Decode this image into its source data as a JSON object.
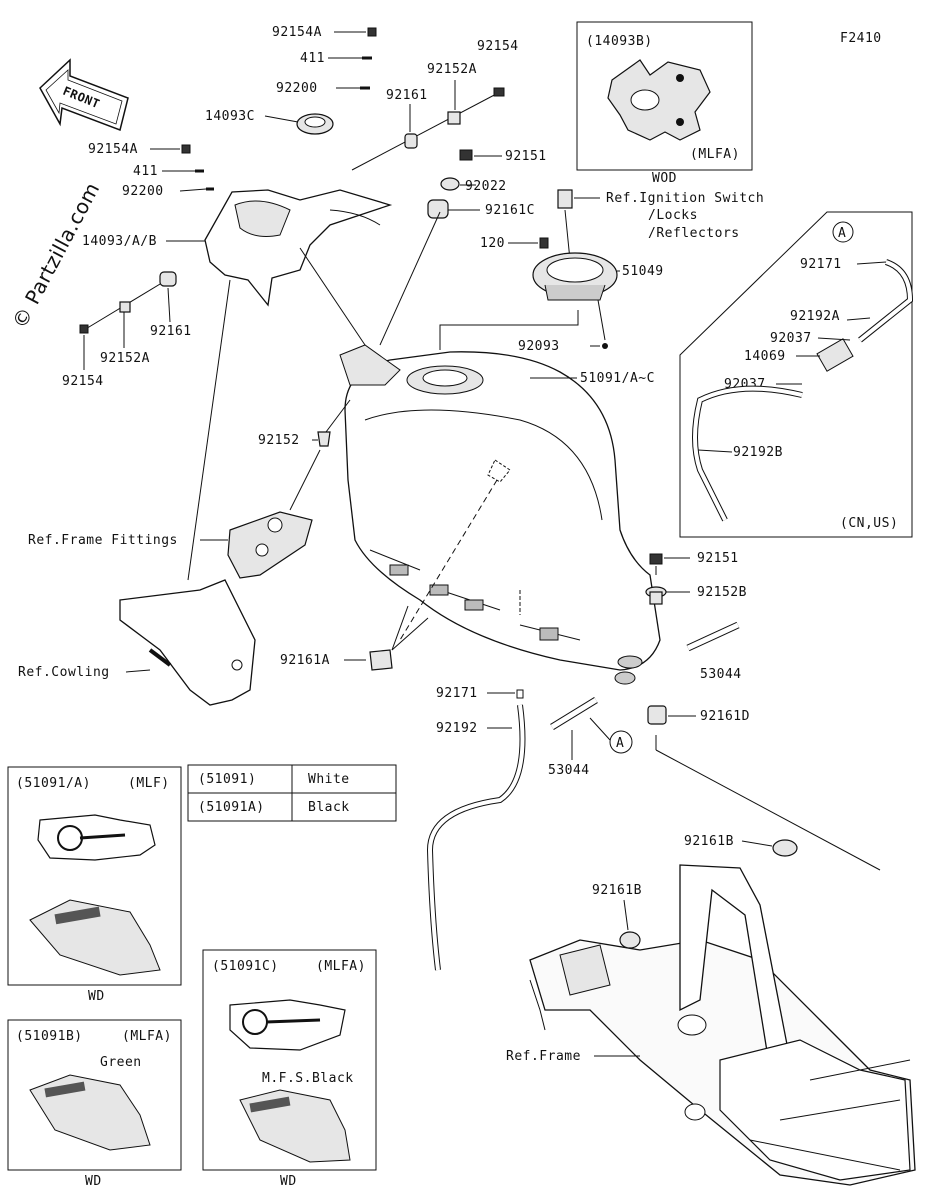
{
  "diagram_id": "F2410",
  "watermark": "© Partzilla.com",
  "front_label": "FRONT",
  "part_labels": {
    "p92154A_top": "92154A",
    "p411_top": "411",
    "p92200_top": "92200",
    "p14093C": "14093C",
    "p92154_top": "92154",
    "p92152A_top": "92152A",
    "p92161_top": "92161",
    "p92154A_left": "92154A",
    "p411_left": "411",
    "p92200_left": "92200",
    "p14093": "14093/A/B",
    "p92161_left": "92161",
    "p92152A_left": "92152A",
    "p92154_left": "92154",
    "p92151_top": "92151",
    "p92022": "92022",
    "p92161C": "92161C",
    "p120": "120",
    "p51049": "51049",
    "p92093": "92093",
    "p51091": "51091/A~C",
    "p92152": "92152",
    "ref_frame_fittings": "Ref.Frame Fittings",
    "ref_cowling": "Ref.Cowling",
    "p92161A": "92161A",
    "p92151_mid": "92151",
    "p92152B": "92152B",
    "p53044_right": "53044",
    "p92171_bottom": "92171",
    "p92192": "92192",
    "p53044_bottom": "53044",
    "p92161D": "92161D",
    "circle_A_bottom": "A",
    "p92161B_right": "92161B",
    "p92161B_left": "92161B",
    "ref_frame": "Ref.Frame",
    "ref_ignition_1": "Ref.Ignition Switch",
    "ref_ignition_2": "/Locks",
    "ref_ignition_3": "/Reflectors"
  },
  "inset_14093B": {
    "title": "(14093B)",
    "variant": "(MLFA)",
    "caption": "WOD"
  },
  "inset_cnus": {
    "circle": "A",
    "p92171": "92171",
    "p92192A": "92192A",
    "p92037_top": "92037",
    "p14069": "14069",
    "p92037_bottom": "92037",
    "p92192B": "92192B",
    "region": "(CN,US)"
  },
  "color_table": {
    "rows": [
      {
        "part": "(51091)",
        "color": "White"
      },
      {
        "part": "(51091A)",
        "color": "Black"
      }
    ]
  },
  "inset_51091A": {
    "title": "(51091/A)",
    "variant": "(MLF)",
    "caption": "WD"
  },
  "inset_51091B": {
    "title": "(51091B)",
    "variant": "(MLFA)",
    "color": "Green",
    "caption": "WD"
  },
  "inset_51091C": {
    "title": "(51091C)",
    "variant": "(MLFA)",
    "color": "M.F.S.Black",
    "caption": "WD"
  }
}
